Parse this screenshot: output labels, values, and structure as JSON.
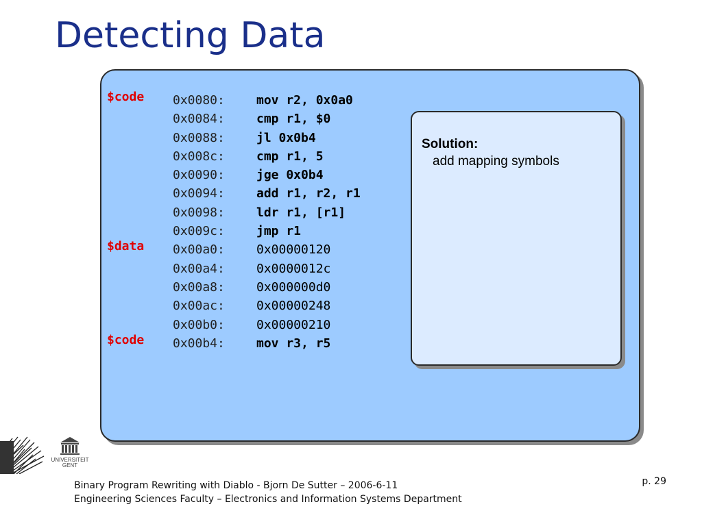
{
  "slide": {
    "title": "Detecting Data",
    "code_lines": [
      {
        "section": "$code",
        "address": "0x0080:",
        "instruction": "mov r2, 0x0a0",
        "bold": true
      },
      {
        "section": "",
        "address": "0x0084:",
        "instruction": "cmp r1, $0",
        "bold": true
      },
      {
        "section": "",
        "address": "0x0088:",
        "instruction": "jl 0x0b4",
        "bold": true
      },
      {
        "section": "",
        "address": "0x008c:",
        "instruction": "cmp r1, 5",
        "bold": true
      },
      {
        "section": "",
        "address": "0x0090:",
        "instruction": "jge 0x0b4",
        "bold": true
      },
      {
        "section": "",
        "address": "0x0094:",
        "instruction": "add r1, r2, r1",
        "bold": true
      },
      {
        "section": "",
        "address": "0x0098:",
        "instruction": "ldr r1, [r1]",
        "bold": true
      },
      {
        "section": "",
        "address": "0x009c:",
        "instruction": "jmp r1",
        "bold": true
      },
      {
        "section": "$data",
        "address": "0x00a0:",
        "instruction": "0x00000120",
        "bold": false
      },
      {
        "section": "",
        "address": "0x00a4:",
        "instruction": "0x0000012c",
        "bold": false
      },
      {
        "section": "",
        "address": "0x00a8:",
        "instruction": "0x000000d0",
        "bold": false
      },
      {
        "section": "",
        "address": "0x00ac:",
        "instruction": "0x00000248",
        "bold": false
      },
      {
        "section": "",
        "address": "0x00b0:",
        "instruction": "0x00000210",
        "bold": false
      },
      {
        "section": "$code",
        "address": "0x00b4:",
        "instruction": "mov r3, r5",
        "bold": true
      }
    ],
    "solution": {
      "heading": "Solution:",
      "text": "add mapping symbols"
    }
  },
  "logo": {
    "line1": "UNIVERSITEIT",
    "line2": "GENT"
  },
  "footer": {
    "line1": "Binary Program Rewriting with Diablo - Bjorn De Sutter – 2006-6-11",
    "line2": "Engineering Sciences Faculty – Electronics and Information Systems Department",
    "page": "p. 29"
  },
  "colors": {
    "title": "#1a2f8a",
    "panel": "#9dcbff",
    "solution_box": "#dcebff",
    "section_label": "#e00000"
  }
}
